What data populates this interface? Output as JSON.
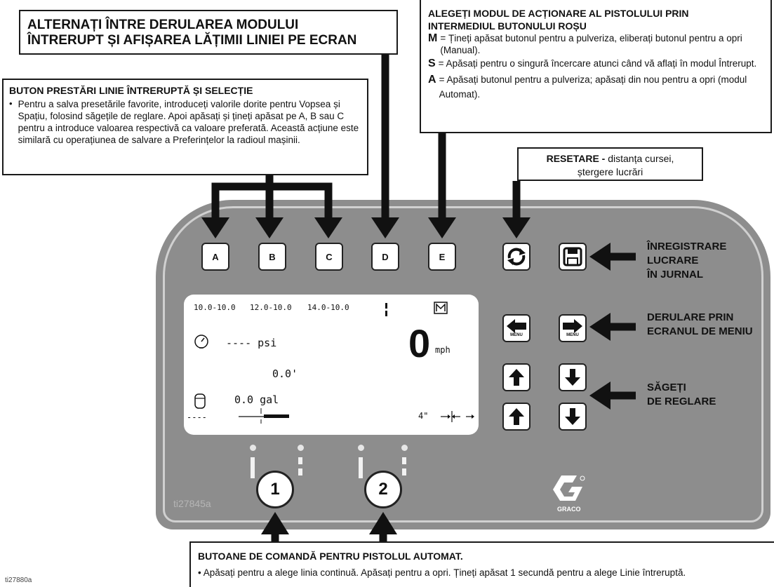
{
  "top_left_box": {
    "line1": "ALTERNAȚI ÎNTRE DERULAREA MODULUI",
    "line2": "ÎNTRERUPT ȘI AFIȘAREA LĂȚIMII LINIEI PE ECRAN"
  },
  "presets_box": {
    "title": "BUTON PRESTĂRI LINIE ÎNTRERUPTĂ ȘI SELECȚIE",
    "bullet": "•",
    "text": "Pentru a salva presetările favorite, introduceți valorile dorite pentru Vopsea și Spațiu, folosind săgețile de reglare. Apoi apăsați și țineți apăsat pe A, B sau C pentru a introduce valoarea respectivă ca valoare preferată. Această acțiune este similară cu operațiunea de salvare a Preferințelor la radioul mașinii."
  },
  "gun_mode_box": {
    "title1": "ALEGEȚI MODUL DE ACȚIONARE AL PISTOLULUI PRIN",
    "title2": "INTERMEDIUL BUTONULUI ROȘU",
    "m_key": "M",
    "m_text": "= Țineți apăsat butonul pentru a pulveriza, eliberați butonul pentru a opri (Manual).",
    "s_key": "S",
    "s_text": "= Apăsați pentru o singură încercare atunci când vă aflați în modul Întrerupt.",
    "a_key": "A",
    "a_text": "= Apăsați butonul pentru a pulveriza; apăsați din nou pentru a opri (modul Automat)."
  },
  "reset_box": {
    "bold": "RESETARE -",
    "text1": " distanța cursei,",
    "text2": "ștergere lucrări"
  },
  "keys": {
    "a": "A",
    "b": "B",
    "c": "C",
    "d": "D",
    "e": "E"
  },
  "right_labels": {
    "save1": "ÎNREGISTRARE",
    "save2": "LUCRARE",
    "save3": "ÎN JURNAL",
    "menu1": "DERULARE PRIN",
    "menu2": "ECRANUL DE MENIU",
    "adj1": "SĂGEȚI",
    "adj2": "DE REGLARE"
  },
  "menu_key_label": "MENU",
  "screen": {
    "presets": [
      "10.0-10.0",
      "12.0-10.0",
      "14.0-10.0"
    ],
    "pressure": "---- psi",
    "distance": "0.0'",
    "speed": "0",
    "speed_unit": "mph",
    "volume": "0.0 gal",
    "dashes": "----",
    "width": "4\""
  },
  "gun_buttons": {
    "one": "1",
    "two": "2"
  },
  "panel_id": "ti27845a",
  "brand": "GRACO",
  "bottom_box": {
    "title": "BUTOANE DE COMANDĂ PENTRU PISTOLUL AUTOMAT.",
    "text": "• Apăsați pentru a alege linia continuă. Apăsați pentru a opri. Țineți apăsat 1 secundă pentru a alege Linie întreruptă."
  },
  "figure_id": "ti27880a"
}
